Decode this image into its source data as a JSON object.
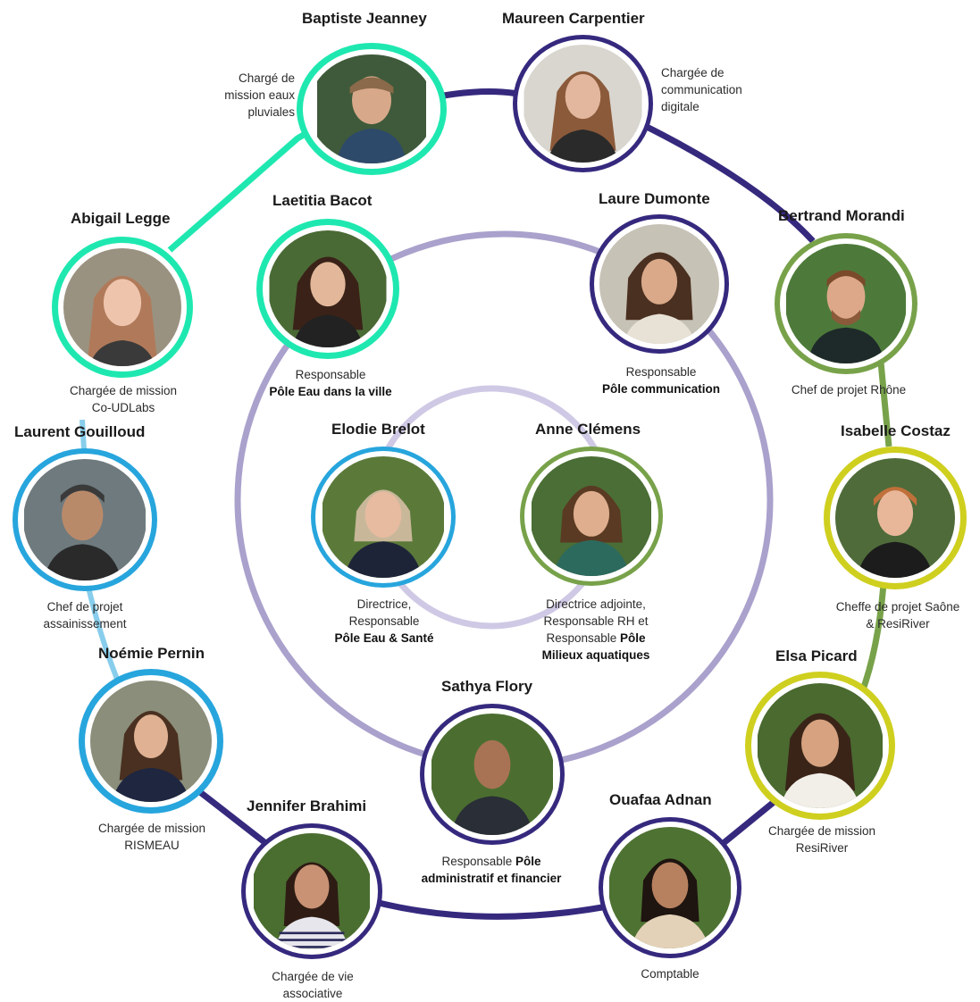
{
  "colors": {
    "green": "#1ee8b0",
    "navy": "#35297e",
    "olive": "#78a24a",
    "yellow": "#cfcf1f",
    "blue": "#27a5dd",
    "lavender": "#aaa1cc"
  },
  "members": [
    {
      "id": "baptiste",
      "name": "Baptiste Jeanney",
      "role_pre": "Chargé de\nmission eaux\npluviales",
      "role_bold": "",
      "role_post": ""
    },
    {
      "id": "maureen",
      "name": "Maureen Carpentier",
      "role_pre": "Chargée de\ncommunication\ndigitale",
      "role_bold": "",
      "role_post": ""
    },
    {
      "id": "abigail",
      "name": "Abigail Legge",
      "role_pre": "Chargée de mission\nCo-UDLabs",
      "role_bold": "",
      "role_post": ""
    },
    {
      "id": "laetitia",
      "name": "Laetitia Bacot",
      "role_pre": "Responsable",
      "role_bold": "Pôle Eau dans la ville",
      "role_post": ""
    },
    {
      "id": "laure",
      "name": "Laure Dumonte",
      "role_pre": "Responsable",
      "role_bold": "Pôle communication",
      "role_post": ""
    },
    {
      "id": "bertrand",
      "name": "Bertrand Morandi",
      "role_pre": "Chef de projet Rhône",
      "role_bold": "",
      "role_post": ""
    },
    {
      "id": "laurent",
      "name": "Laurent Gouilloud",
      "role_pre": "Chef de projet\nassainissement",
      "role_bold": "",
      "role_post": ""
    },
    {
      "id": "elodie",
      "name": "Elodie Brelot",
      "role_pre": "Directrice,\nResponsable",
      "role_bold": "Pôle Eau & Santé",
      "role_post": ""
    },
    {
      "id": "anne",
      "name": "Anne Clémens",
      "role_pre": "Directrice adjointe,\nResponsable RH et\nResponsable ",
      "role_bold": "Pôle\nMilieux aquatiques",
      "role_post": ""
    },
    {
      "id": "isabelle",
      "name": "Isabelle Costaz",
      "role_pre": "Cheffe de projet Saône\n& ResiRiver",
      "role_bold": "",
      "role_post": ""
    },
    {
      "id": "noemie",
      "name": "Noémie Pernin",
      "role_pre": "Chargée de mission\nRISMEAU",
      "role_bold": "",
      "role_post": ""
    },
    {
      "id": "elsa",
      "name": "Elsa Picard",
      "role_pre": "Chargée de mission\nResiRiver",
      "role_bold": "",
      "role_post": ""
    },
    {
      "id": "sathya",
      "name": "Sathya Flory",
      "role_pre": "Responsable ",
      "role_bold": "Pôle\nadministratif et financier",
      "role_post": ""
    },
    {
      "id": "jennifer",
      "name": "Jennifer Brahimi",
      "role_pre": "Chargée de vie\nassociative",
      "role_bold": "",
      "role_post": ""
    },
    {
      "id": "ouafaa",
      "name": "Ouafaa Adnan",
      "role_pre": "Comptable",
      "role_bold": "",
      "role_post": ""
    }
  ]
}
